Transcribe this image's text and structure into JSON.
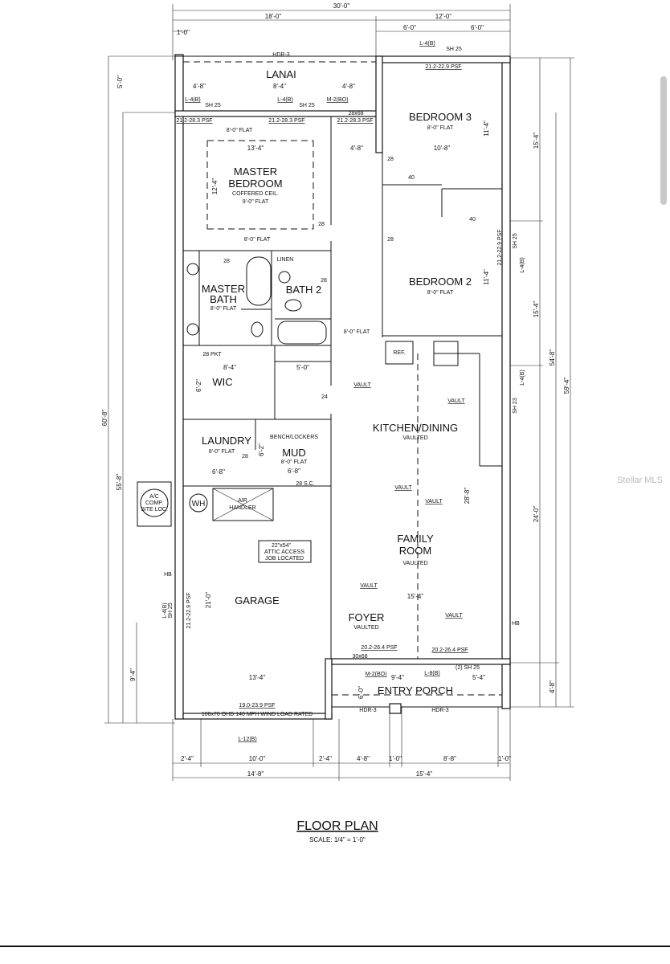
{
  "rooms": {
    "lanai": "LANAI",
    "bedroom3": "BEDROOM 3",
    "bedroom3_ceil": "8'-0\" FLAT",
    "master_bedroom_1": "MASTER",
    "master_bedroom_2": "BEDROOM",
    "master_bedroom_ceil1": "COFFERED CEIL.",
    "master_bedroom_ceil2": "9'-0\" FLAT",
    "bedroom2": "BEDROOM 2",
    "bedroom2_ceil": "8'-0\" FLAT",
    "master_bath_1": "MASTER",
    "master_bath_2": "BATH",
    "master_bath_ceil": "8'-0\" FLAT",
    "bath2": "BATH 2",
    "wic": "WIC",
    "laundry": "LAUNDRY",
    "laundry_ceil": "8'-0\" FLAT",
    "mud": "MUD",
    "mud_ceil": "8'-0\" FLAT",
    "bench": "BENCH/LOCKERS",
    "kitchen": "KITCHEN/DINING",
    "kitchen_ceil": "VAULTED",
    "family_1": "FAMILY",
    "family_2": "ROOM",
    "family_ceil": "VAULTED",
    "garage": "GARAGE",
    "foyer": "FOYER",
    "foyer_ceil": "VAULTED",
    "porch": "ENTRY PORCH",
    "linen": "LINEN",
    "ref": "REF.",
    "wh": "WH",
    "air_1": "AIR",
    "air_2": "HANDLER",
    "ac_1": "A/C",
    "ac_2": "COMP.",
    "ac_3": "SITE LOC.",
    "attic_1": "22\"x54\"",
    "attic_2": "ATTIC ACCESS",
    "attic_3": "JOB LOCATED"
  },
  "notes": {
    "flat": "8'-0\" FLAT",
    "vault": "VAULT",
    "psf_a": "21.2-28.3 PSF",
    "psf_b": "21.2-22.9 PSF",
    "psf_c": "20.2-26.4 PSF",
    "psf_d": "19.0-23.9 PSF",
    "l4b": "L-4(B)",
    "l8b": "L-8(B)",
    "l12b": "L-12(B)",
    "m2bo": "M-2(BO)",
    "sh25": "SH 25",
    "sh23": "SH 23",
    "sh25x2": "(2) SH 25",
    "hdr3": "HDR-3",
    "d28": "28",
    "d24": "24",
    "d40": "40",
    "d28pkt": "28 PKT",
    "d28sc": "28 S.C.",
    "d2868": "28x68",
    "d3068": "30x68",
    "ohd": "100x70 OHD 140 MPH WIND LOAD RATED",
    "hb": "HB"
  },
  "dims": {
    "top_total": "30'-0\"",
    "top_left": "18'-0\"",
    "top_right": "12'-0\"",
    "top_r1": "6'-0\"",
    "top_r2": "6'-0\"",
    "top_1ft": "1'-0\"",
    "lanai_a": "4'-8\"",
    "lanai_b": "8'-4\"",
    "lanai_c": "4'-8\"",
    "mb_w": "13'-4\"",
    "mb_d": "12'-4\"",
    "hall": "4'-8\"",
    "br3_w": "10'-8\"",
    "br3_d": "11'-4\"",
    "br2_d": "11'-4\"",
    "wic_w": "8'-4\"",
    "wic_d": "6'-2\"",
    "hall2": "5'-0\"",
    "laundry_w": "6'-8\"",
    "mud_w": "6'-8\"",
    "mud_d": "6'-2\"",
    "fam_w": "15'-4\"",
    "fam_d": "28'-8\"",
    "garage_w": "13'-4\"",
    "garage_d": "21'-0\"",
    "porch_a": "9'-4\"",
    "porch_b": "5'-4\"",
    "porch_d": "6'-0\"",
    "left_5": "5'-0\"",
    "left_total": "60'-8\"",
    "left_main": "55'-8\"",
    "left_9": "9'-4\"",
    "right_15a": "15'-4\"",
    "right_15b": "15'-4\"",
    "right_54": "54'-8\"",
    "right_59": "59'-4\"",
    "right_24": "24'-0\"",
    "right_4": "4'-8\"",
    "bot_1": "2'-4\"",
    "bot_2": "10'-0\"",
    "bot_3": "2'-4\"",
    "bot_4": "4'-8\"",
    "bot_5": "1'-0\"",
    "bot_6": "8'-8\"",
    "bot_7": "1'-0\"",
    "bot_left": "14'-8\"",
    "bot_right": "15'-4\""
  },
  "title": {
    "main": "FLOOR PLAN",
    "scale": "SCALE: 1/4\" = 1'-0\""
  },
  "watermark": "Stellar MLS"
}
